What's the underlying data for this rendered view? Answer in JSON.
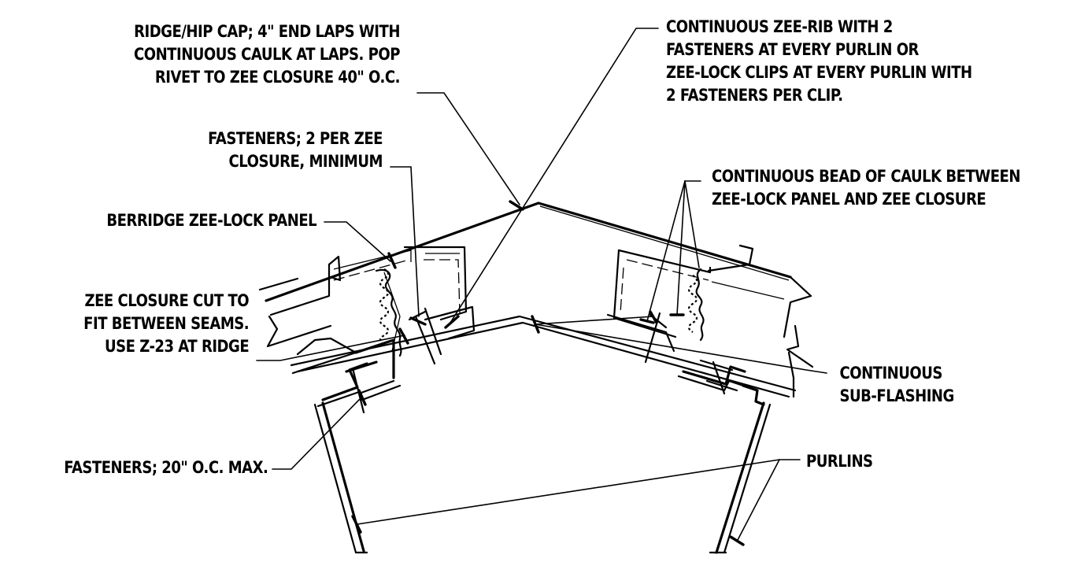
{
  "labels": {
    "ridge_cap": [
      "RIDGE/HIP CAP; 4\" END LAPS WITH",
      "CONTINUOUS CAULK AT LAPS. POP",
      "RIVET TO ZEE CLOSURE 40\" O.C."
    ],
    "fasteners_zee": [
      "FASTENERS; 2 PER ZEE",
      "CLOSURE, MINIMUM"
    ],
    "berridge_panel": [
      "BERRIDGE ZEE-LOCK PANEL"
    ],
    "zee_closure": [
      "ZEE CLOSURE CUT TO",
      "FIT BETWEEN SEAMS.",
      "USE Z-23 AT RIDGE"
    ],
    "fasteners_20": [
      "FASTENERS; 20\" O.C. MAX."
    ],
    "zee_rib": [
      "CONTINUOUS ZEE-RIB WITH 2",
      "FASTENERS AT EVERY PURLIN OR",
      "ZEE-LOCK CLIPS AT EVERY PURLIN WITH",
      "2 FASTENERS PER CLIP."
    ],
    "caulk_bead": [
      "CONTINUOUS BEAD OF CAULK BETWEEN",
      "ZEE-LOCK PANEL AND ZEE CLOSURE"
    ],
    "sub_flashing": [
      "CONTINUOUS",
      "SUB-FLASHING"
    ],
    "purlins": [
      "PURLINS"
    ]
  }
}
